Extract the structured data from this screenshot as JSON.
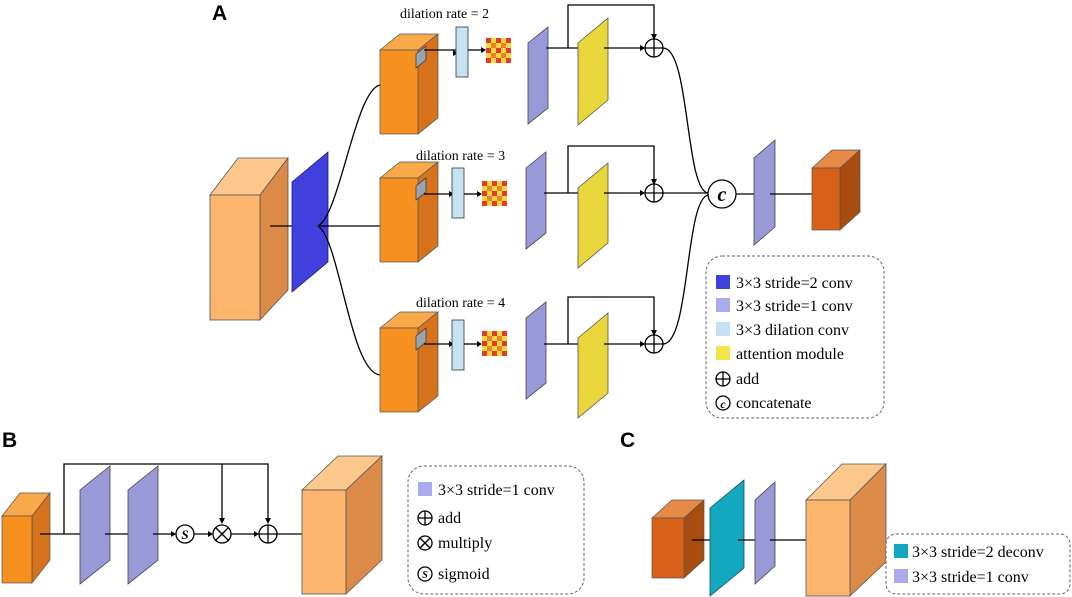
{
  "panels": {
    "a": "A",
    "b": "B",
    "c": "C"
  },
  "branches": [
    {
      "rate_label": "dilation rate = 2"
    },
    {
      "rate_label": "dilation rate = 3"
    },
    {
      "rate_label": "dilation rate = 4"
    }
  ],
  "operators": {
    "concat_symbol": "c",
    "sigmoid_symbol": "S"
  },
  "legend_a": [
    {
      "key": "stride2_conv",
      "label": "3×3 stride=2 conv",
      "color": "#4040dd"
    },
    {
      "key": "stride1_conv",
      "label": "3×3 stride=1 conv",
      "color": "#aaaaee"
    },
    {
      "key": "dilation_conv",
      "label": "3×3 dilation conv",
      "color": "#c6e2f2"
    },
    {
      "key": "attention",
      "label": "attention module",
      "color": "#f2e64a"
    },
    {
      "key": "add",
      "label": "add"
    },
    {
      "key": "concat",
      "label": "concatenate"
    }
  ],
  "legend_b": [
    {
      "key": "stride1_conv",
      "label": "3×3 stride=1 conv",
      "color": "#aaaaee"
    },
    {
      "key": "add",
      "label": "add"
    },
    {
      "key": "multiply",
      "label": "multiply"
    },
    {
      "key": "sigmoid",
      "label": "sigmoid"
    }
  ],
  "legend_c": [
    {
      "key": "stride2_deconv",
      "label": "3×3 stride=2 deconv",
      "color": "#12a9c0"
    },
    {
      "key": "stride1_conv",
      "label": "3×3 stride=1 conv",
      "color": "#aaaaee"
    }
  ],
  "colors": {
    "feature_light": "#fdb56e",
    "feature_orange": "#f6901e",
    "feature_dark": "#d8611a",
    "conv_stride2": "#4040dd",
    "conv_stride1": "#9a99d8",
    "dilation_conv": "#c6e2f2",
    "attention": "#e8d63a",
    "grid_red": "#e23b2a",
    "grid_yellow": "#f8d73c"
  }
}
